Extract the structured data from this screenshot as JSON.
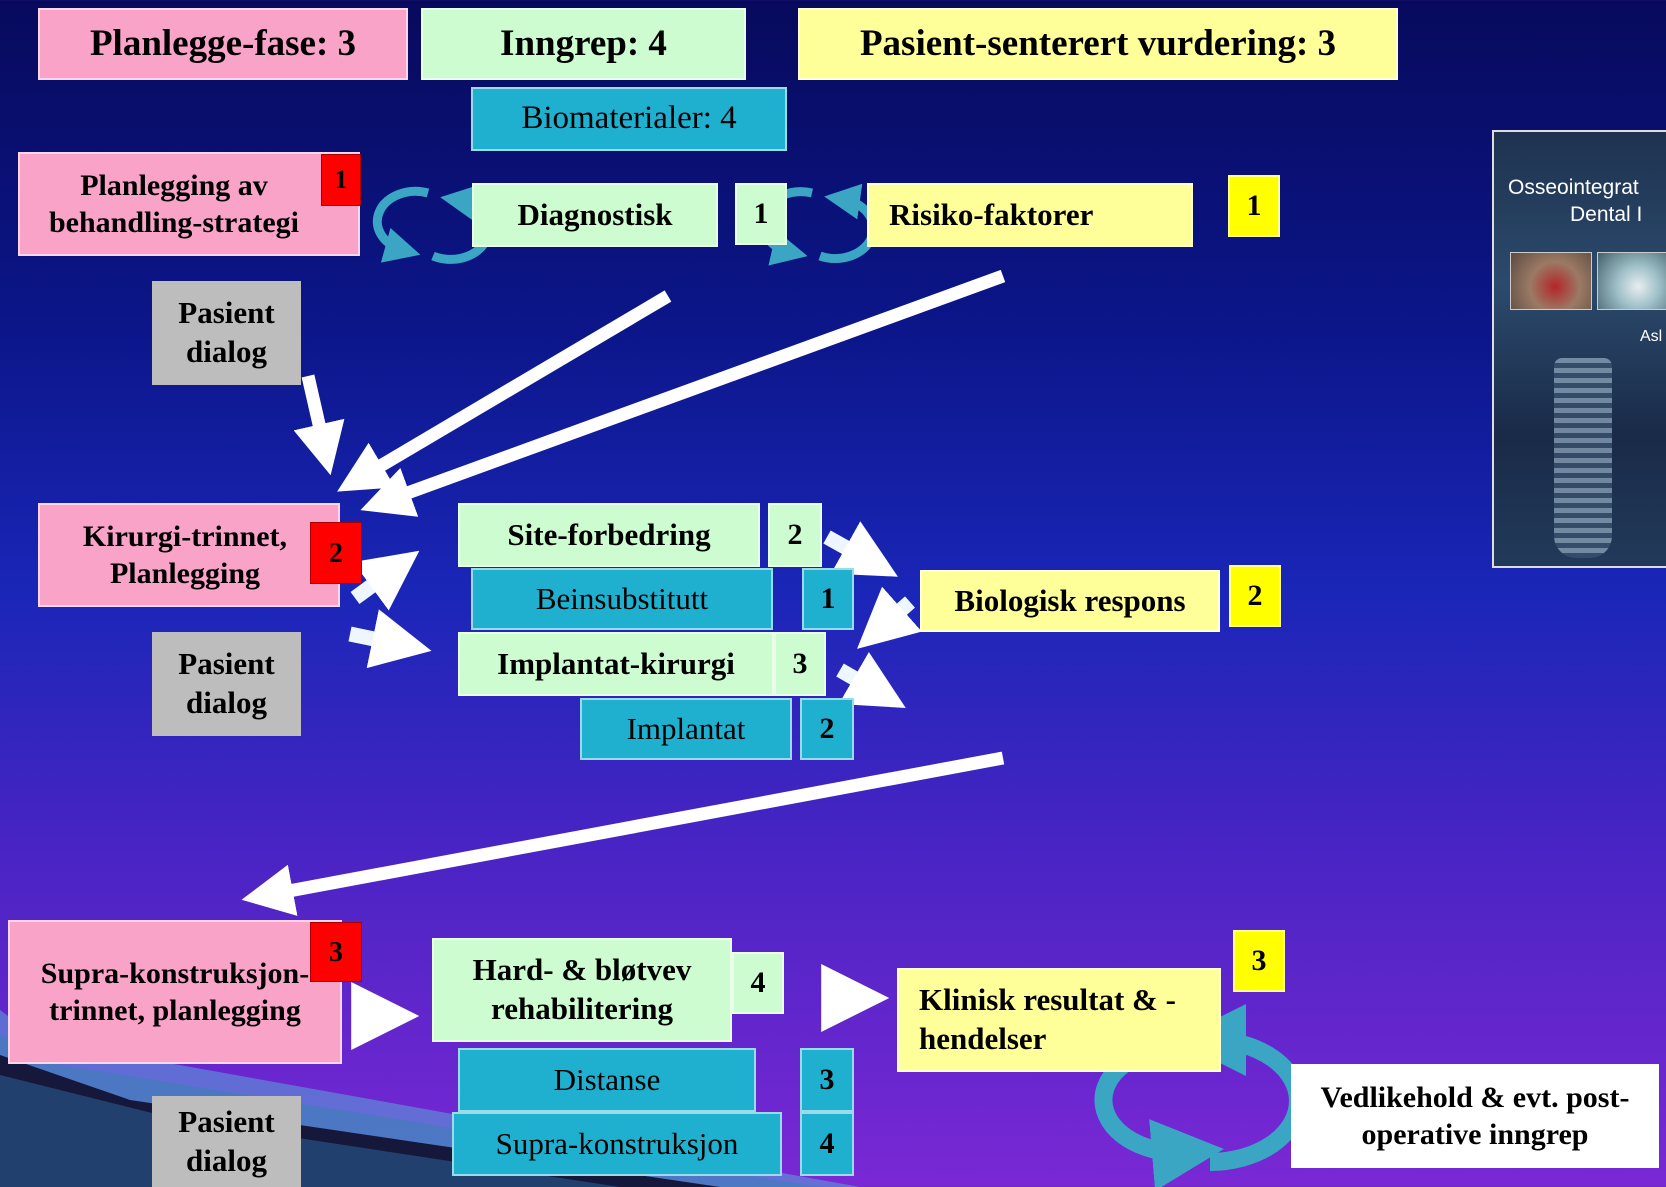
{
  "headers": {
    "planning": "Planlegge-fase: 3",
    "procedure": "Inngrep: 4",
    "patient": "Pasient-senterert vurdering: 3",
    "biomaterials": "Biomaterialer: 4"
  },
  "planning_phase": {
    "strategy": "Planlegging av behandling-strategi",
    "strategy_badge": "1",
    "diagnostic": "Diagnostisk",
    "diagnostic_badge": "1",
    "risk": "Risiko-faktorer",
    "risk_badge": "1",
    "dialog": "Pasient dialog"
  },
  "surgery_phase": {
    "title": "Kirurgi-trinnet, Planlegging",
    "badge": "2",
    "site": "Site-forbedring",
    "site_badge": "2",
    "bone_sub": "Beinsubstitutt",
    "bone_sub_badge": "1",
    "implant_surgery": "Implantat-kirurgi",
    "implant_surgery_badge": "3",
    "implant": "Implantat",
    "implant_badge": "2",
    "bio_response": "Biologisk respons",
    "bio_response_badge": "2",
    "dialog": "Pasient dialog"
  },
  "supra_phase": {
    "title": "Supra-konstruksjon-trinnet, planlegging",
    "badge": "3",
    "hard_soft": "Hard- & bløtvev rehabilitering",
    "hard_soft_badge": "4",
    "distance": "Distanse",
    "distance_badge": "3",
    "supra": "Supra-konstruksjon",
    "supra_badge": "4",
    "clinical": "Klinisk resultat & -hendelser",
    "clinical_badge": "3",
    "maintenance": "Vedlikehold & evt. post-operative inngrep",
    "dialog": "Pasient dialog"
  },
  "book": {
    "title_line1": "Osseointegrat",
    "title_line2": "Dental I",
    "author": "Asl"
  },
  "colors": {
    "pink": "#f9a3c8",
    "light_green": "#ccfccf",
    "yellow": "#ffff99",
    "teal": "#1fb0cf",
    "grey": "#bdbdbd",
    "red": "#ff0000",
    "arrow": "#ffffff"
  },
  "icons": [
    "cycle-arrows-icon",
    "arrow-right-icon",
    "diagonal-arrow-icon"
  ]
}
